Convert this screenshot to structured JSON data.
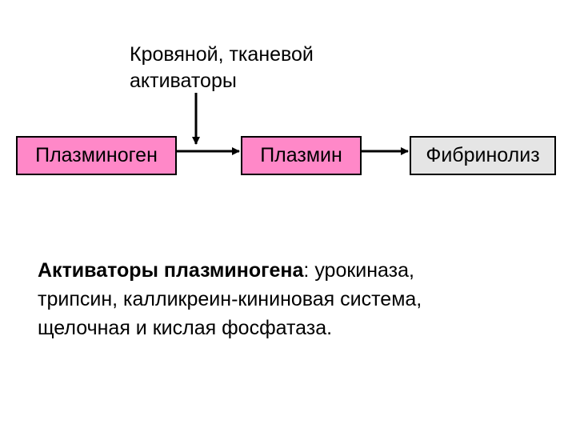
{
  "diagram": {
    "activators_label_line1": "Кровяной, тканевой",
    "activators_label_line2": "активаторы",
    "nodes": {
      "plasminogen": "Плазминоген",
      "plasmin": "Плазмин",
      "fibrinolysis": "Фибринолиз"
    }
  },
  "note": {
    "bold_term": "Активаторы плазминогена",
    "colon": ":",
    "rest_line1": " урокиназа,",
    "line2": "трипсин, калликреин-кининовая система,",
    "line3": "щелочная и кислая фосфатаза."
  },
  "colors": {
    "node_plasminogen_fill": "#ff88c8",
    "node_plasmin_fill": "#ff88c8",
    "node_fibrinolysis_fill": "#e5e5e5",
    "stroke": "#000000"
  }
}
